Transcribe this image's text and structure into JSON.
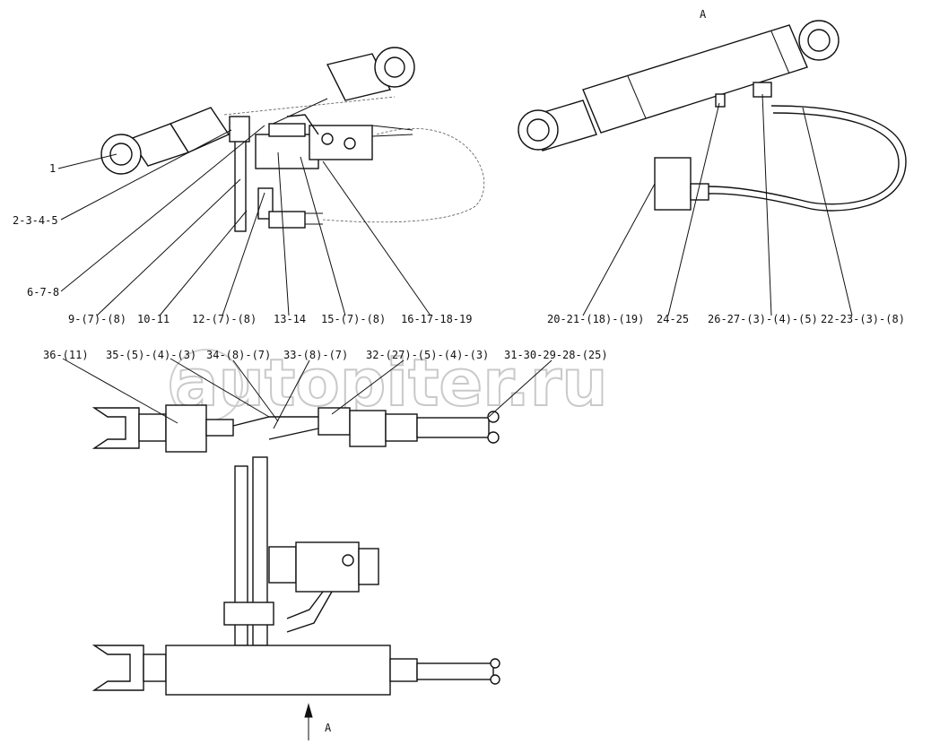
{
  "view_marks": {
    "top": "A",
    "bottom": "A"
  },
  "watermark": "autopiter.ru",
  "labels": {
    "l1": "1",
    "l2": "2-3-4-5",
    "l3": "6-7-8",
    "l4": "9-(7)-(8)",
    "l5": "10-11",
    "l6": "12-(7)-(8)",
    "l7": "13-14",
    "l8": "15-(7)-(8)",
    "l9": "16-17-18-19",
    "l10": "20-21-(18)-(19)",
    "l11": "24-25",
    "l12": "26-27-(3)-(4)-(5)",
    "l13": "22-23-(3)-(8)",
    "l14": "36-(11)",
    "l15": "35-(5)-(4)-(3)",
    "l16": "34-(8)-(7)",
    "l17": "33-(8)-(7)",
    "l18": "32-(27)-(5)-(4)-(3)",
    "l19": "31-30-29-28-(25)"
  }
}
